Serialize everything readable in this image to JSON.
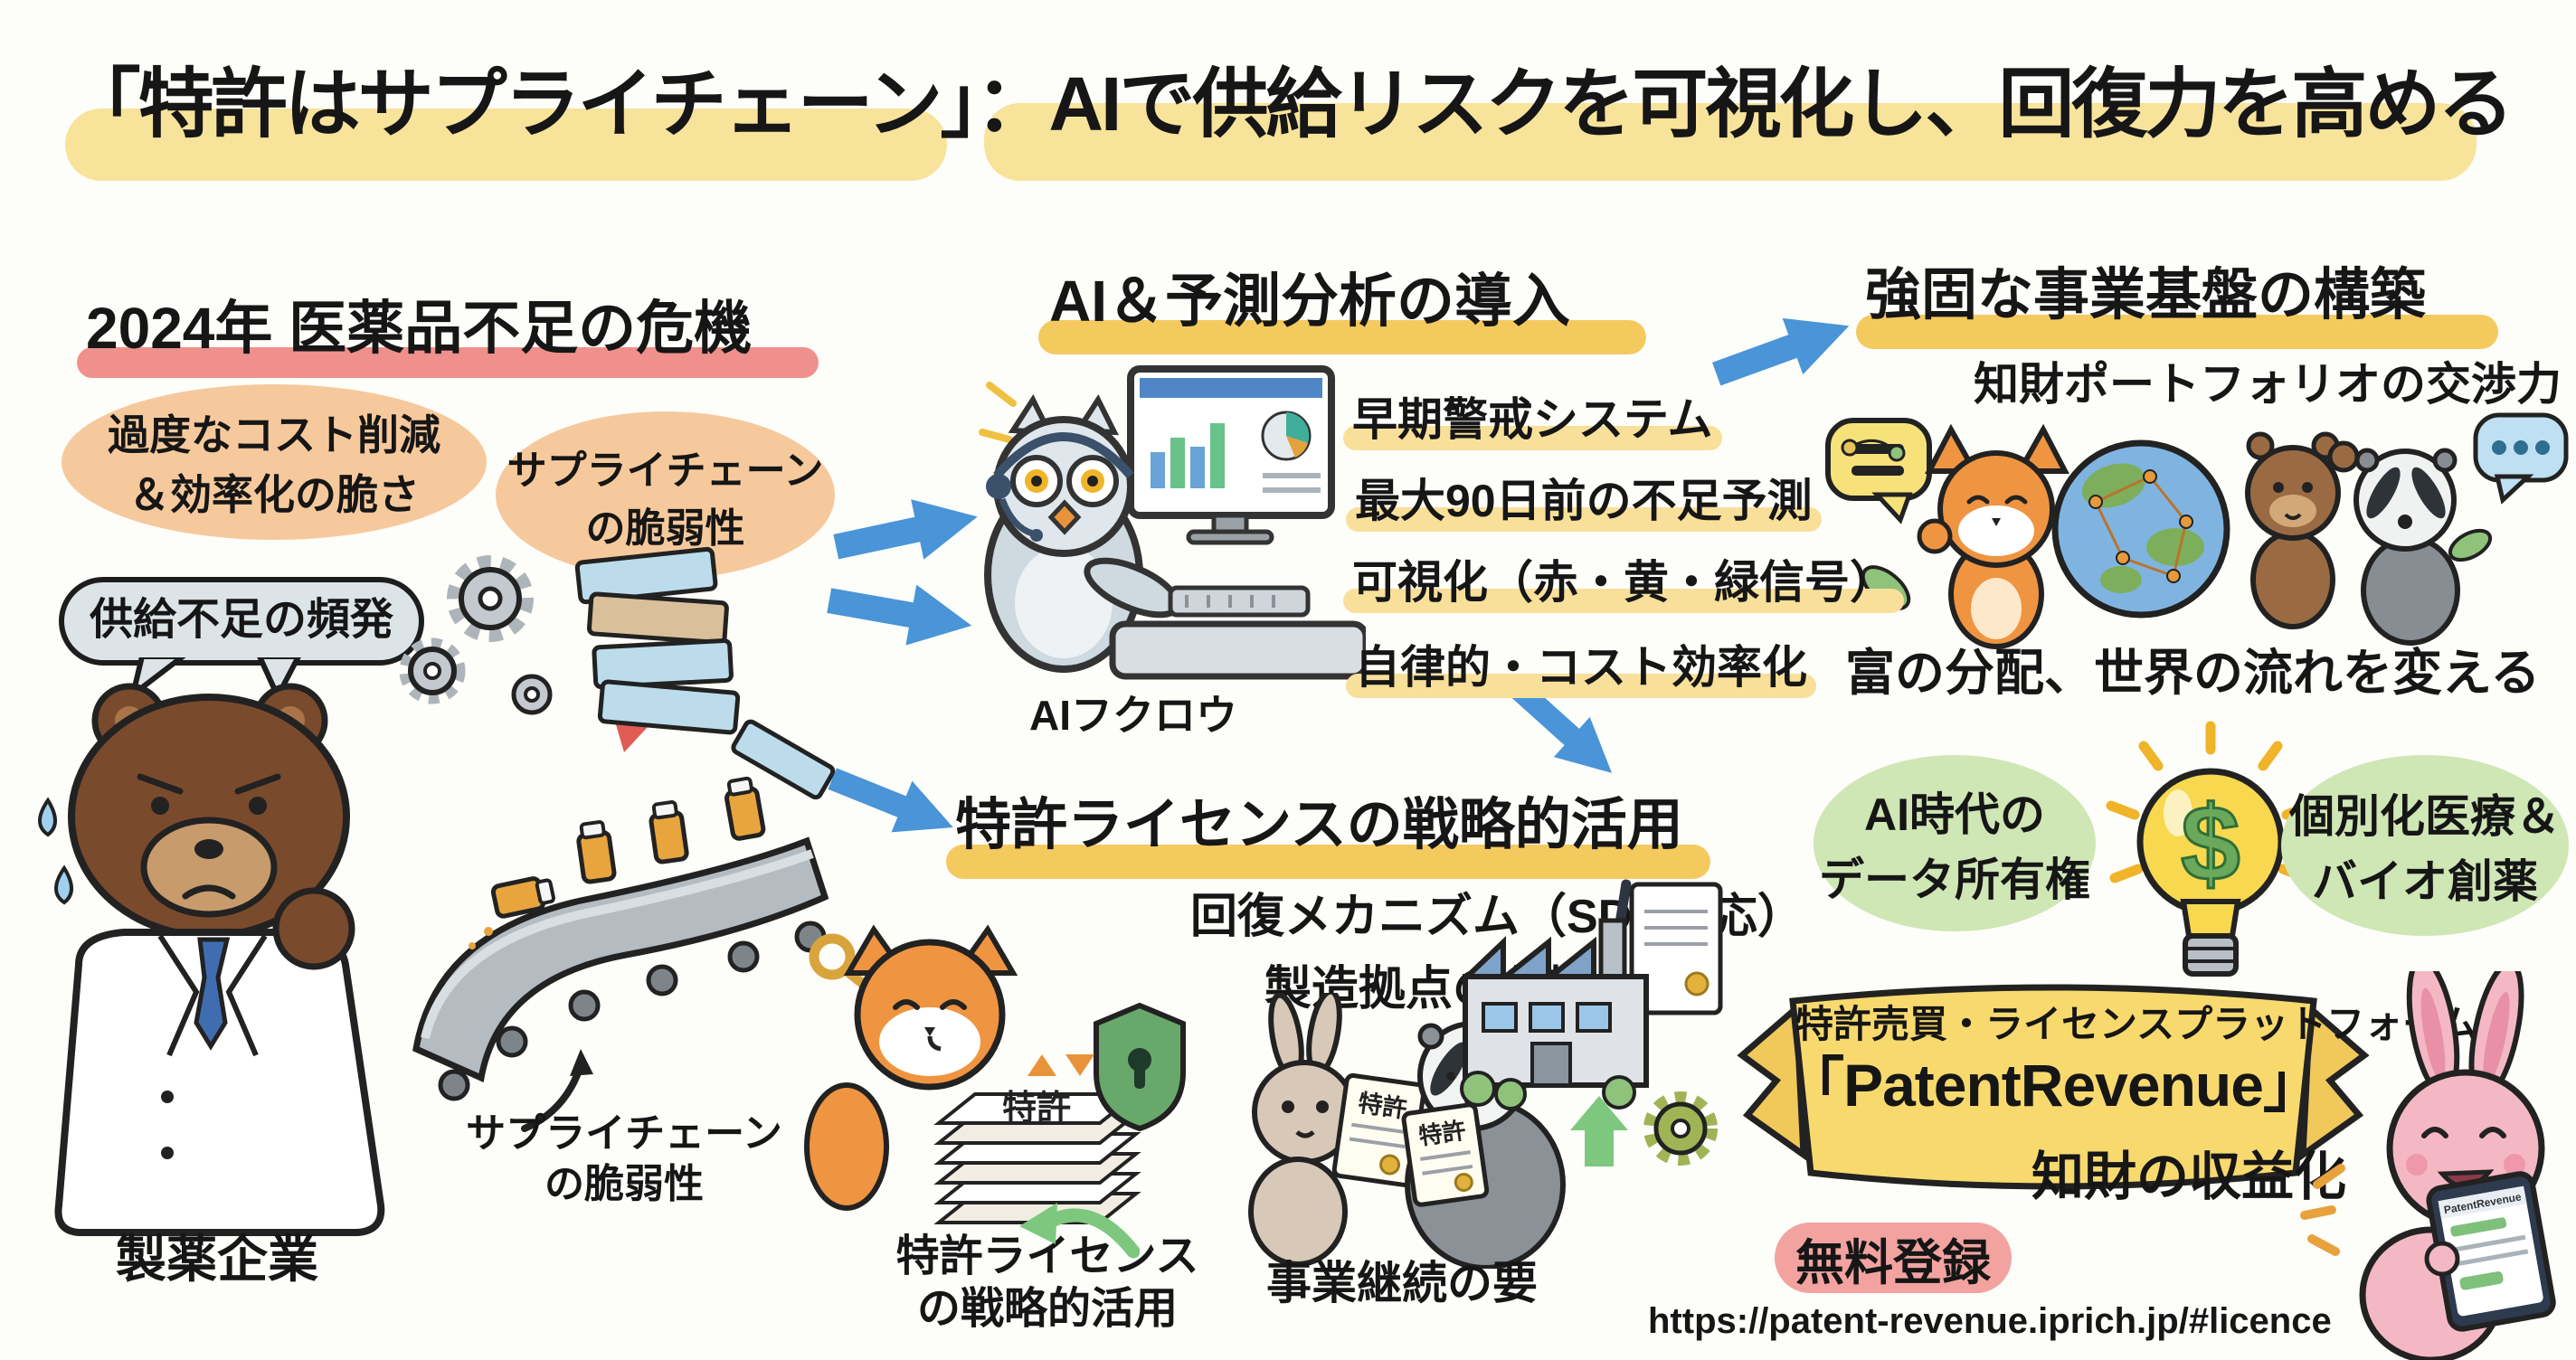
{
  "title": "「特許はサプライチェーン」：AIで供給リスクを可視化し、回復力を高める",
  "crisis": {
    "heading": "2024年 医薬品不足の危機",
    "cost_bubble": [
      "過度なコスト削減",
      "＆効率化の脆さ"
    ],
    "supply_bubble": [
      "サプライチェーン",
      "の脆弱性"
    ],
    "shortage_bubble": "供給不足の頻発",
    "conveyor_label": [
      "サプライチェーン",
      "の脆弱性"
    ],
    "bear_label": "製薬企業"
  },
  "ai": {
    "heading": "AI＆予測分析の導入",
    "owl_label": "AIフクロウ",
    "features": [
      "早期警戒システム",
      "最大90日前の不足予測",
      "可視化（赤・黄・緑信号）",
      "自律的・コスト効率化"
    ]
  },
  "license": {
    "heading": "特許ライセンスの戦略的活用",
    "points": [
      "回復メカニズム（SDE対応）",
      "製造拠点の分散化"
    ],
    "fox_label": [
      "特許ライセンス",
      "の戦略的活用"
    ],
    "exchange_label": "事業継続の要",
    "patent_stamp": "特許"
  },
  "foundation": {
    "heading": "強固な事業基盤の構築",
    "subheading": "知財ポートフォリオの交渉力",
    "wealth_line": "富の分配、世界の流れを変える",
    "left_bubble": [
      "AI時代の",
      "データ所有権"
    ],
    "right_bubble": [
      "個別化医療＆",
      "バイオ創薬"
    ],
    "bulb_symbol": "$"
  },
  "platform": {
    "banner_top": "特許売買・ライセンスプラットフォーム",
    "banner_name": "「PatentRevenue」",
    "monetize": "知財の収益化",
    "free_badge": "無料登録",
    "url": "https://patent-revenue.iprich.jp/#licence",
    "tablet_title": "PatentRevenue"
  },
  "colors": {
    "highlight_yellow": "#f8e39b",
    "underline_yellow": "#f4ca5f",
    "underline_pink": "#ef908c",
    "bubble_orange": "#f6c99c",
    "bubble_gray": "#dde4e7",
    "bubble_green": "#cfe6b5",
    "banner_yellow": "#f7d96e",
    "badge_pink": "#f2a3a0",
    "arrow_blue": "#4a94d8",
    "arrow_green": "#7dc87e"
  }
}
